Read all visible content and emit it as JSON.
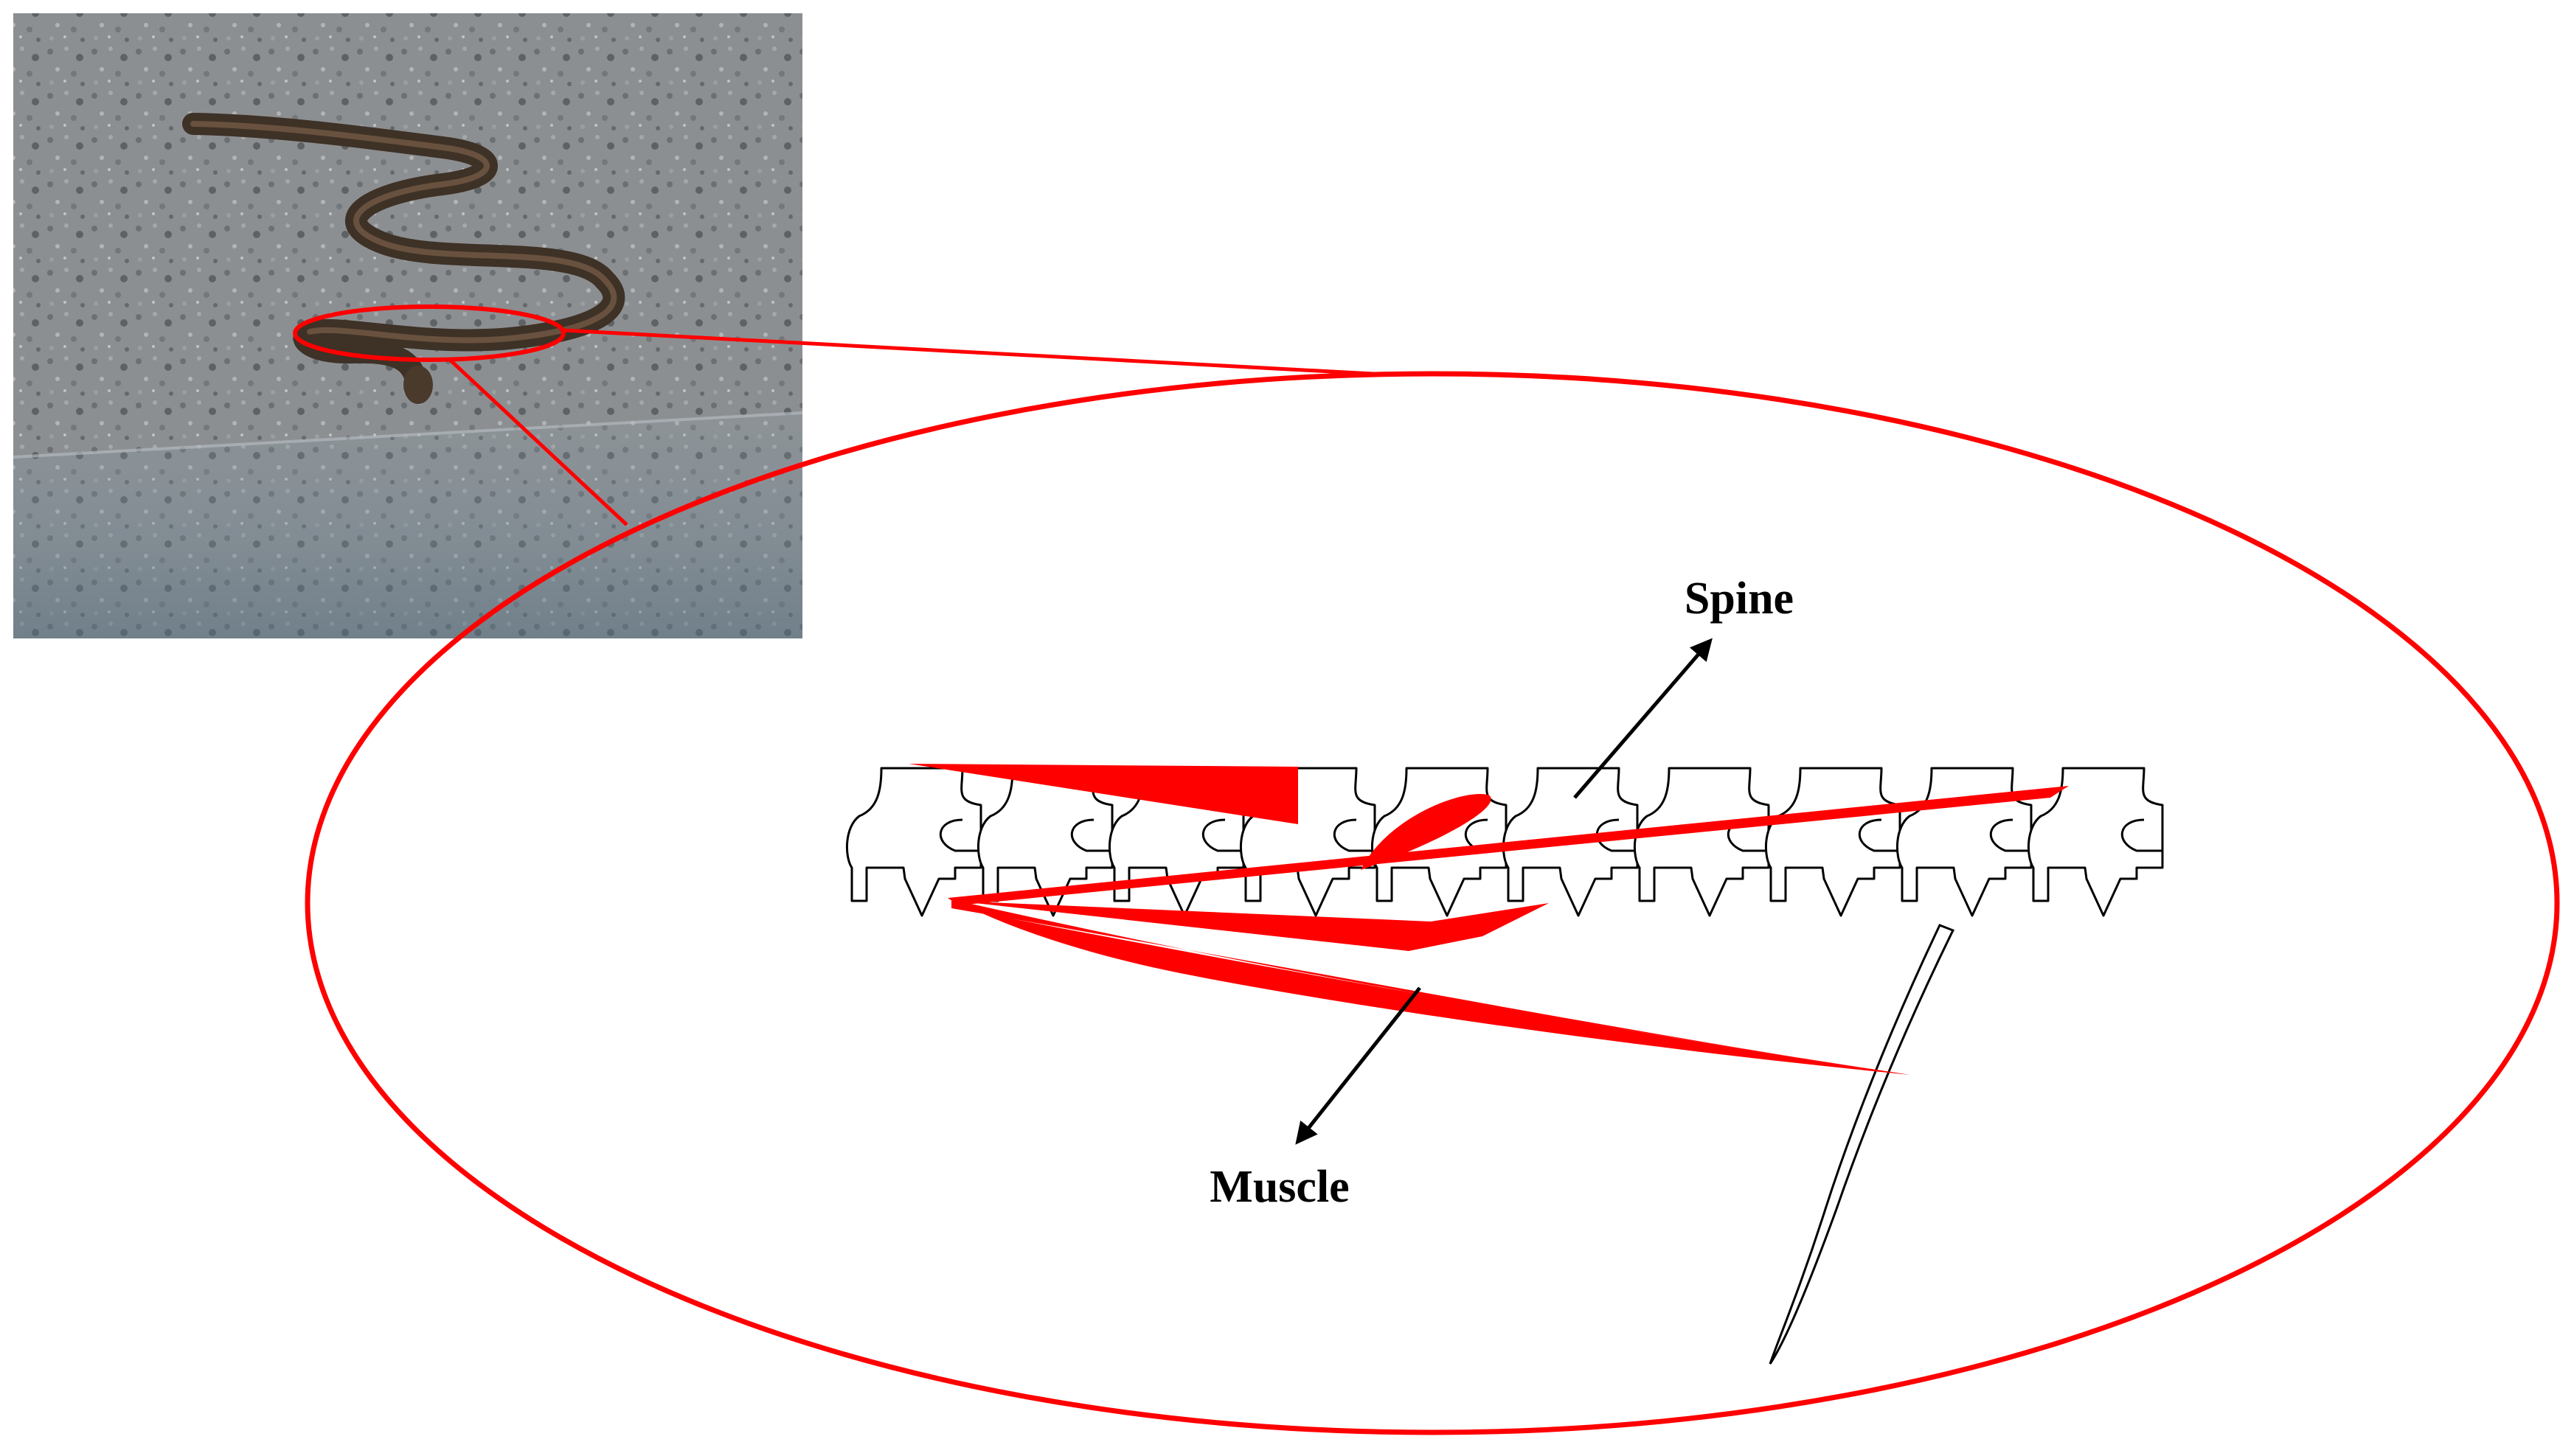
{
  "labels": {
    "spine": "Spine",
    "muscle": "Muscle"
  },
  "colors": {
    "highlight": "#ff0000",
    "outline": "#000000",
    "background": "#ffffff",
    "concrete": "#8a8d90",
    "snake_body": "#4a3a2c"
  },
  "icons": {
    "photo": "snake-photo",
    "spine_arrow": "arrow-up-right-icon",
    "muscle_arrow": "arrow-down-left-icon"
  }
}
